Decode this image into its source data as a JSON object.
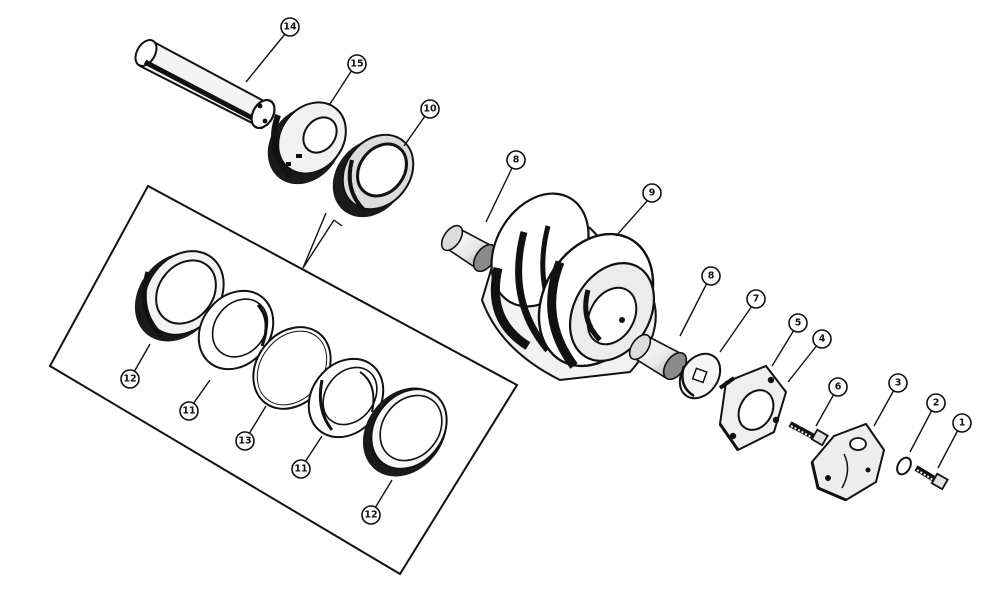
{
  "callouts": {
    "c1": "1",
    "c2": "2",
    "c3": "3",
    "c4": "4",
    "c5": "5",
    "c6": "6",
    "c7": "7",
    "c8a": "8",
    "c8b": "8",
    "c9": "9",
    "c10": "10",
    "c11a": "11",
    "c11b": "11",
    "c12a": "12",
    "c12b": "12",
    "c13": "13",
    "c14": "14",
    "c15": "15"
  }
}
